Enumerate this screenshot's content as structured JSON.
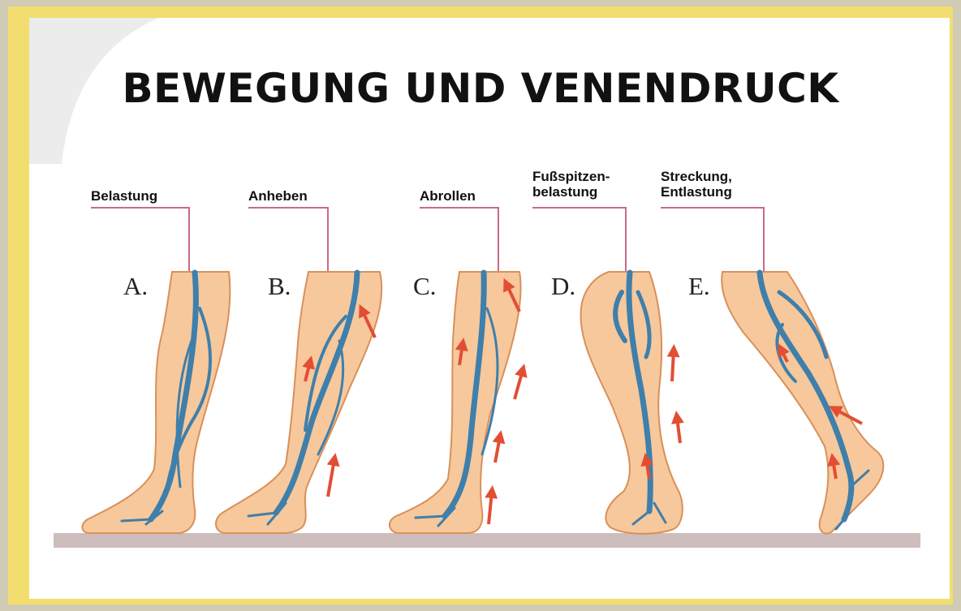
{
  "title": "BEWEGUNG UND VENENDRUCK",
  "stages": [
    {
      "letter": "A.",
      "label": "Belastung"
    },
    {
      "letter": "B.",
      "label": "Anheben"
    },
    {
      "letter": "C.",
      "label": "Abrollen"
    },
    {
      "letter": "D.",
      "label": "Fußspitzen-\nbelastung"
    },
    {
      "letter": "E.",
      "label": "Streckung,\nEntlastung"
    }
  ],
  "colors": {
    "border": "#f2de6e",
    "skin": "#f7c89b",
    "skin_outline": "#d9905a",
    "vein": "#3f7fab",
    "arrow": "#e24e33",
    "leader_line": "#c76b8a",
    "ground": "#cdbdbd"
  }
}
